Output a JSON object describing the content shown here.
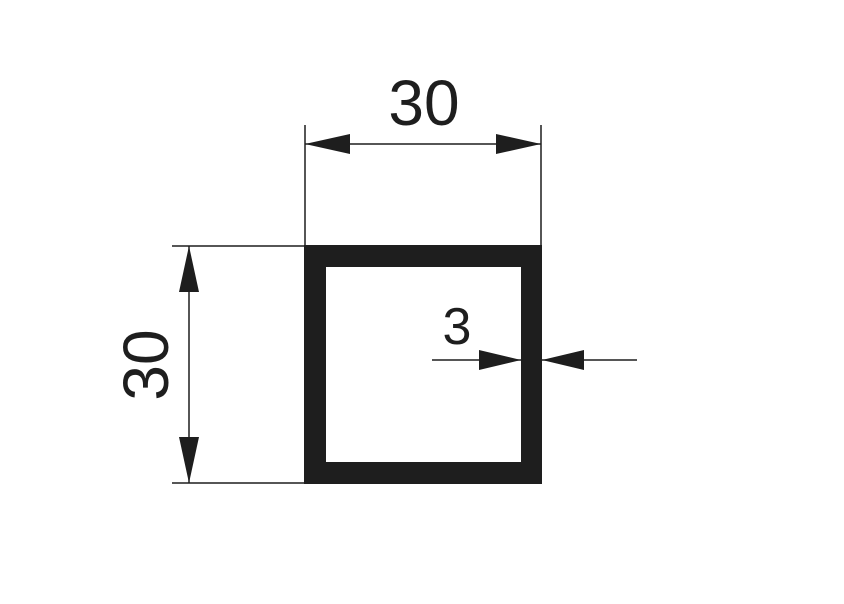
{
  "drawing": {
    "profile": "square-tube-cross-section",
    "dimensions": {
      "width": {
        "value": "30"
      },
      "height": {
        "value": "30"
      },
      "wall_thickness": {
        "value": "3"
      }
    },
    "colors": {
      "profile": "#1e1e1e",
      "lines": "#1e1e1e",
      "background": "#ffffff"
    }
  }
}
